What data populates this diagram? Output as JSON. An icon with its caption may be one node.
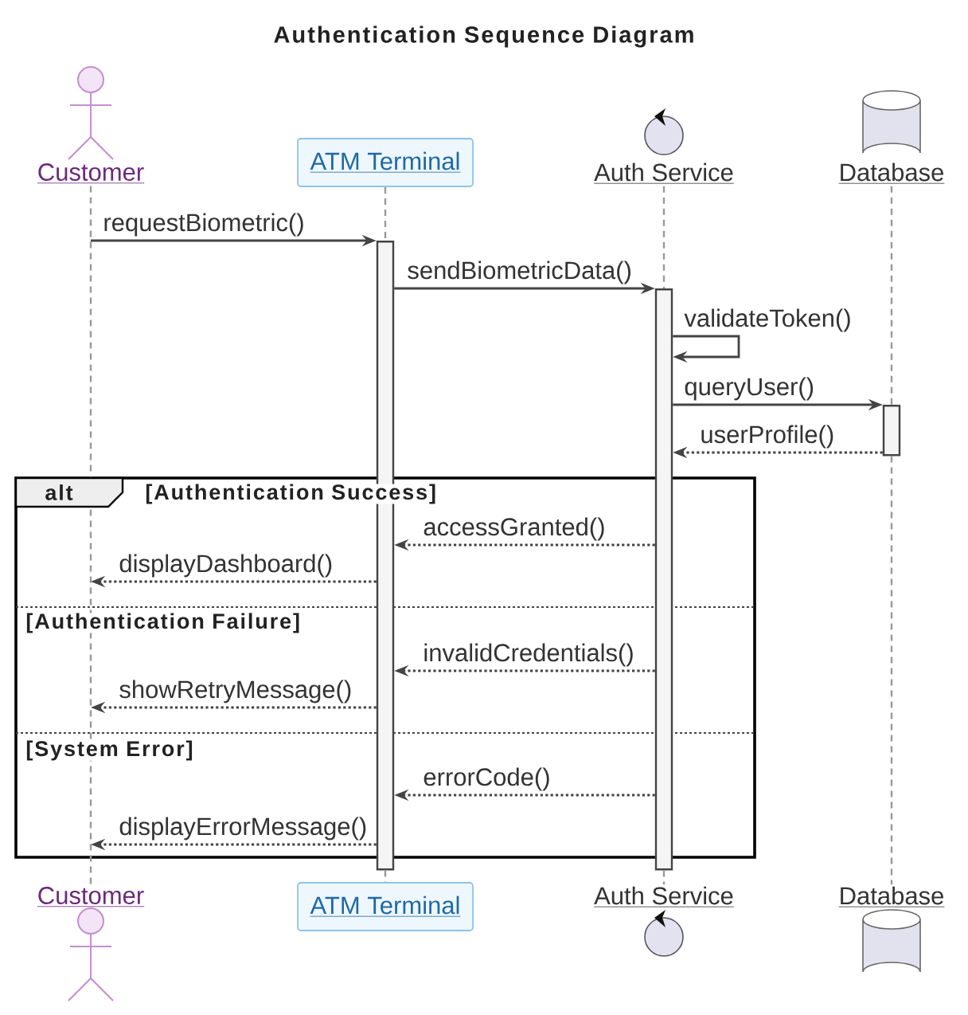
{
  "diagram": {
    "title": "Authentication Sequence Diagram",
    "nodes": [
      {
        "text": [
          "Customer"
        ]
      },
      {
        "text": [
          "ATM Terminal"
        ]
      },
      {
        "text": [
          "Auth Service"
        ]
      },
      {
        "text": [
          "Database"
        ]
      },
      {
        "text": [],
        "shape": "bar"
      },
      {
        "text": [],
        "shape": "bar"
      },
      {
        "text": [],
        "shape": "bar"
      },
      {
        "text": [
          "Customer"
        ]
      },
      {
        "text": [
          "ATM Terminal"
        ]
      },
      {
        "text": [
          "Auth Service"
        ]
      },
      {
        "text": [
          "Database"
        ]
      }
    ],
    "edges": [
      {
        "from": 0,
        "to": 7,
        "arrow": "none",
        "style": "dashed",
        "color": "#999999"
      },
      {
        "from": 1,
        "to": 4,
        "arrow": "none",
        "style": "dashed",
        "color": "#999999"
      },
      {
        "from": 4,
        "to": 8,
        "arrow": "none",
        "style": "dashed",
        "color": "#999999"
      },
      {
        "from": 2,
        "to": 5,
        "arrow": "none",
        "style": "dashed",
        "color": "#999999"
      },
      {
        "from": 5,
        "to": 9,
        "arrow": "none",
        "style": "dashed",
        "color": "#999999"
      },
      {
        "from": 3,
        "to": 6,
        "arrow": "none",
        "style": "dashed",
        "color": "#999999"
      },
      {
        "from": 6,
        "to": 10,
        "arrow": "none",
        "style": "dashed",
        "color": "#999999"
      },
      {
        "from": null,
        "to": 4,
        "arrow": "to",
        "label": "requestBiometric()"
      },
      {
        "from": 4,
        "to": 5,
        "arrow": "to",
        "label": "sendBiometricData()"
      },
      {
        "from": 5,
        "to": 5,
        "arrow": "to",
        "label": "validateToken()"
      },
      {
        "from": 5,
        "to": 6,
        "arrow": "to",
        "label": "queryUser()"
      },
      {
        "from": 6,
        "to": 5,
        "arrow": "to",
        "label": "userProfile()",
        "style": "dashed"
      },
      {
        "from": 5,
        "to": 4,
        "arrow": "to",
        "label": "accessGranted()",
        "style": "dashed"
      },
      {
        "from": 4,
        "to": null,
        "arrow": "to",
        "label": "displayDashboard()",
        "style": "dashed"
      },
      {
        "from": 5,
        "to": 4,
        "arrow": "to",
        "label": "invalidCredentials()",
        "style": "dashed"
      },
      {
        "from": 4,
        "to": null,
        "arrow": "to",
        "label": "showRetryMessage()",
        "style": "dashed"
      },
      {
        "from": 5,
        "to": 4,
        "arrow": "to",
        "label": "errorCode()",
        "style": "dashed"
      },
      {
        "from": 4,
        "to": null,
        "arrow": "to",
        "label": "displayErrorMessage()",
        "style": "dashed"
      }
    ],
    "labels": [
      "alt",
      "[Authentication Success]",
      "[Authentication Failure]",
      "[System Error]"
    ]
  }
}
